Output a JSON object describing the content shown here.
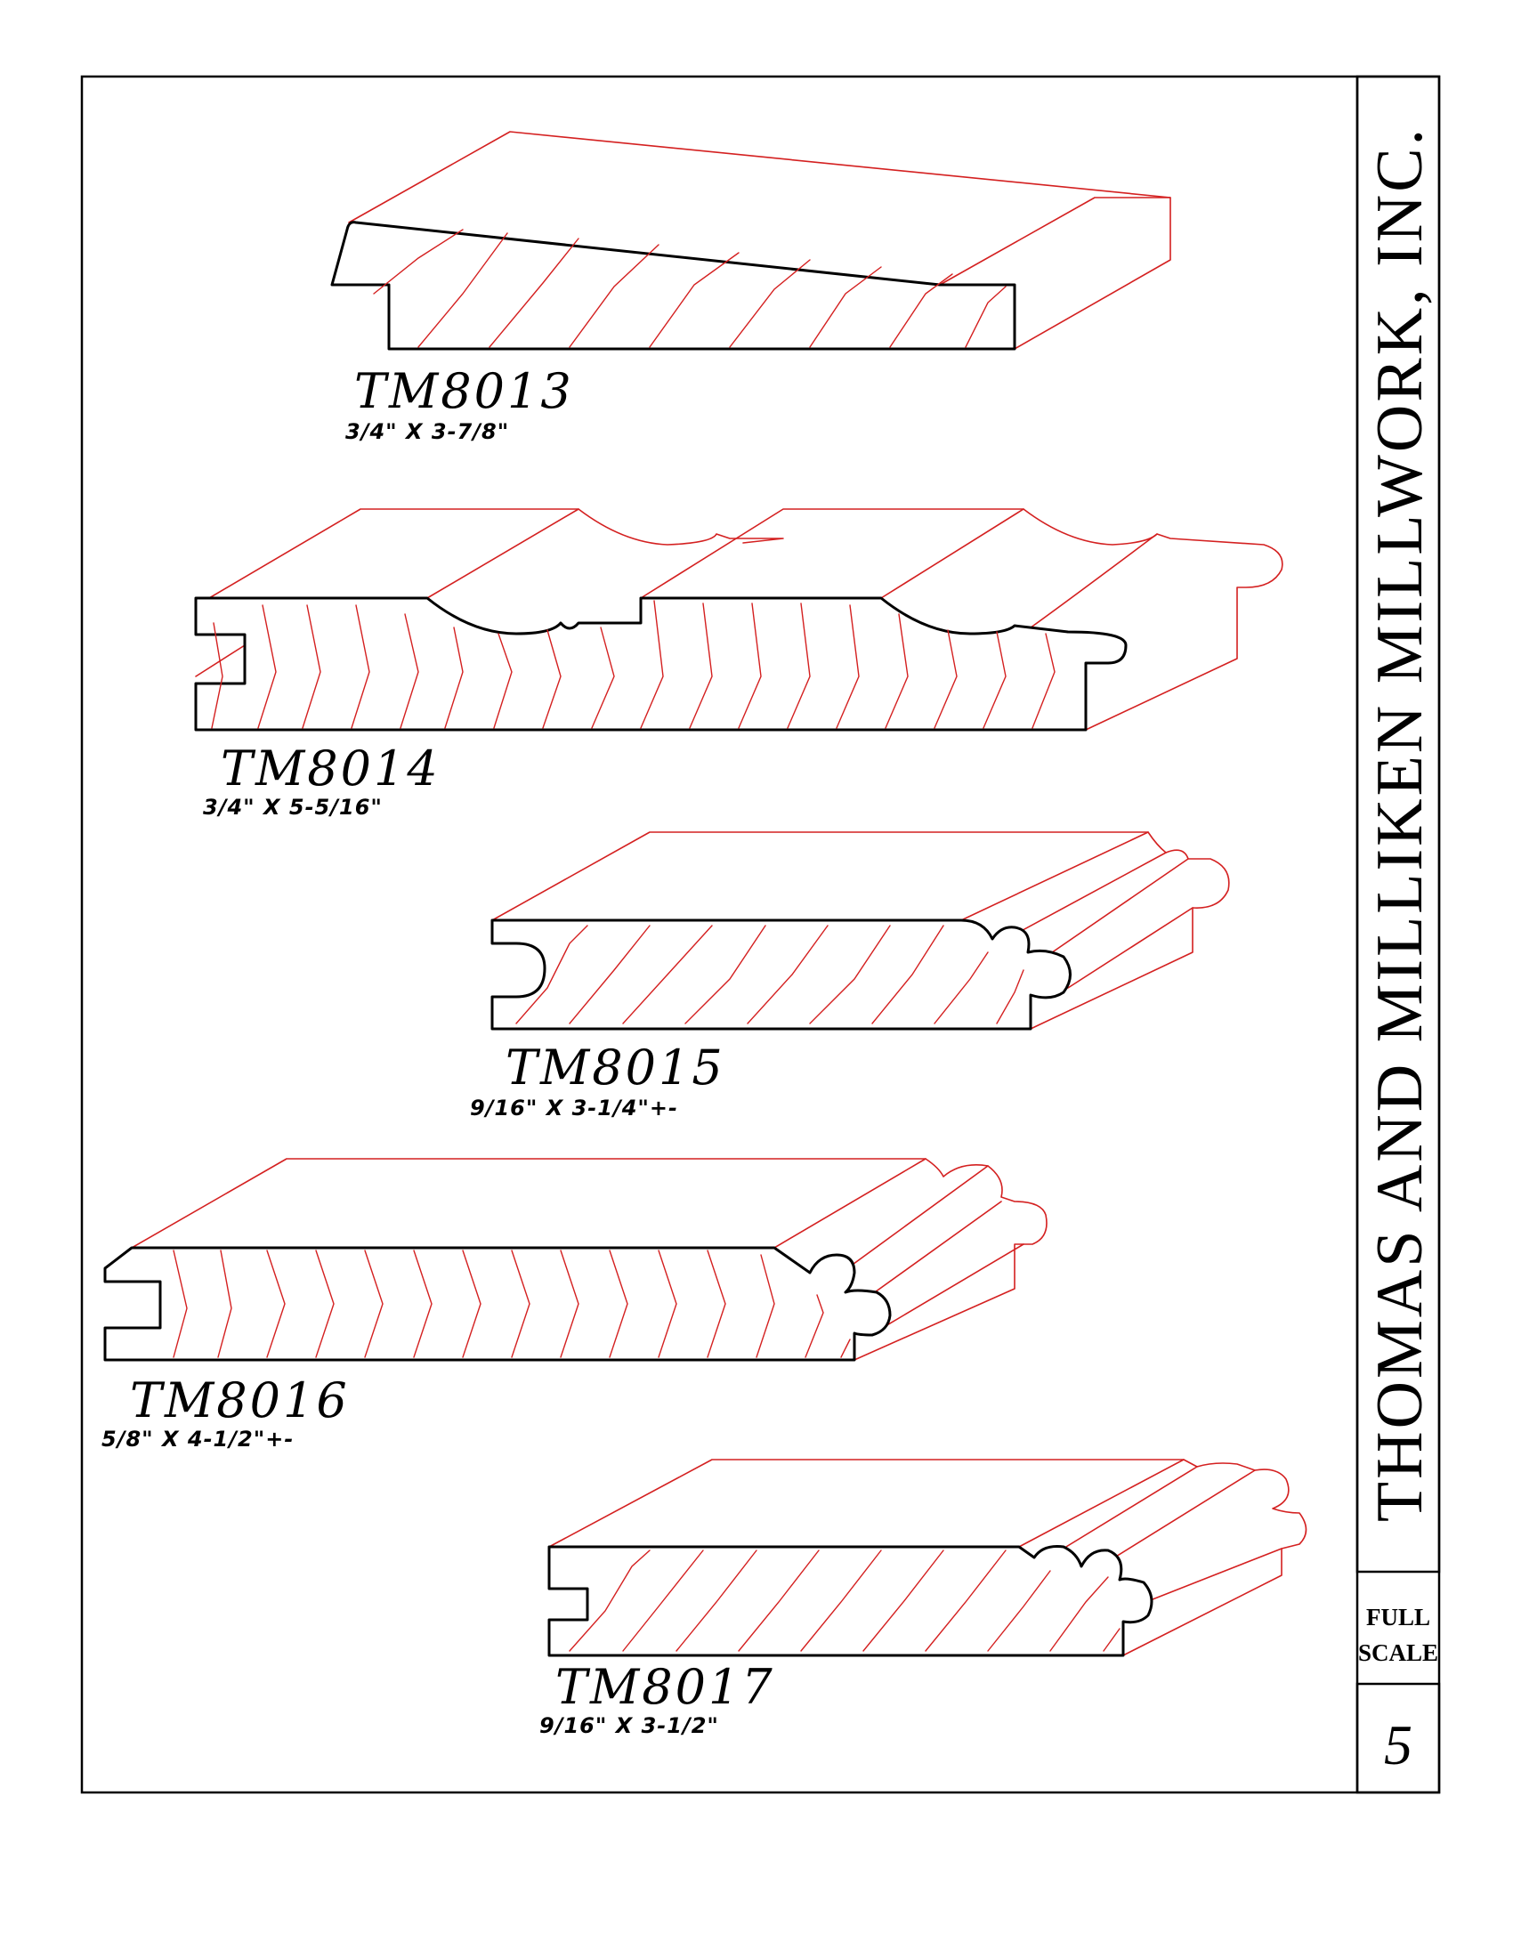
{
  "title_block": {
    "company": "THOMAS AND MILLIKEN MILLWORK, INC.",
    "scale_line1": "FULL",
    "scale_line2": "SCALE",
    "page_number": "5"
  },
  "profiles": [
    {
      "id": "TM8013",
      "dimensions": "3/4\"  X 3-7/8\""
    },
    {
      "id": "TM8014",
      "dimensions": "3/4\"  X 5-5/16\""
    },
    {
      "id": "TM8015",
      "dimensions": "9/16\"  X 3-1/4\"+-"
    },
    {
      "id": "TM8016",
      "dimensions": "5/8\"  X 4-1/2\"+-"
    },
    {
      "id": "TM8017",
      "dimensions": "9/16\"  X 3-1/2\""
    }
  ],
  "colors": {
    "outline": "#000000",
    "projection_lines": "#d42020"
  }
}
